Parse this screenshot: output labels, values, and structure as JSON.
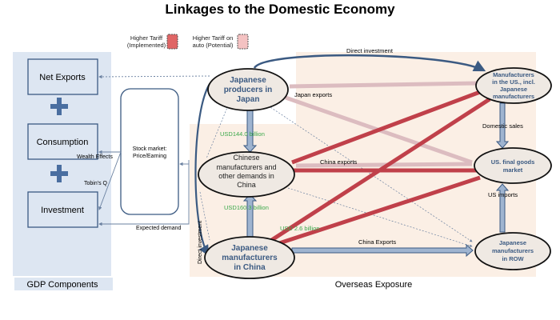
{
  "title": "Linkages to the Domestic Economy",
  "legend": [
    {
      "line1": "Higher Tariff",
      "line2": "(Implemented)",
      "color": "#e06666"
    },
    {
      "line1": "Higher Tariff on",
      "line2": "auto (Potential)",
      "color": "#f4c2c2"
    }
  ],
  "gdp": {
    "label": "GDP Components",
    "net_exports": "Net Exports",
    "consumption": "Consumption",
    "investment": "Investment"
  },
  "stock": {
    "line1": "Stock market:",
    "line2": "Price/Earning"
  },
  "overseas_label": "Overseas Exposure",
  "nodes": {
    "jp_producers": [
      "Japanese",
      "producers in",
      "Japan"
    ],
    "cn_manufacturers": [
      "Chinese",
      "manufacturers and",
      "other demands  in",
      "China"
    ],
    "jp_mfr_china": [
      "Japanese",
      "manufacturers",
      "in China"
    ],
    "us_mfr": [
      "Manufacturers",
      "in the US., incl.",
      "Japanese",
      "manufacturers"
    ],
    "us_market": [
      "US. final goods",
      "market"
    ],
    "jp_mfr_row": [
      "Japanese",
      "manufacturers",
      "in  ROW"
    ]
  },
  "labels": {
    "direct_investment_top": "Direct investment",
    "japan_exports": "Japan exports",
    "usd144": "USD144.0 billion",
    "china_exports": "China exports",
    "usd160": "USD160.3 billion",
    "usd2_6": "USD 2.6 billion",
    "china_exports2": "China Exports",
    "domestic_sales": "Domestic sales",
    "us_imports": "US imports",
    "direct_investment_left": "Direct investment",
    "wealth_effects": "Wealth Effects",
    "tobins_q": "Tobin's Q",
    "expected_demand": "Expected demand"
  },
  "colors": {
    "tariff": "#c0404a",
    "tariff_auto": "#dcbcc0",
    "flow": "#9fb4d0",
    "edge": "#3b5a82",
    "gdp_bg": "#dde6f2",
    "overseas_bg": "#fbefe5",
    "green": "#3aa84a"
  }
}
